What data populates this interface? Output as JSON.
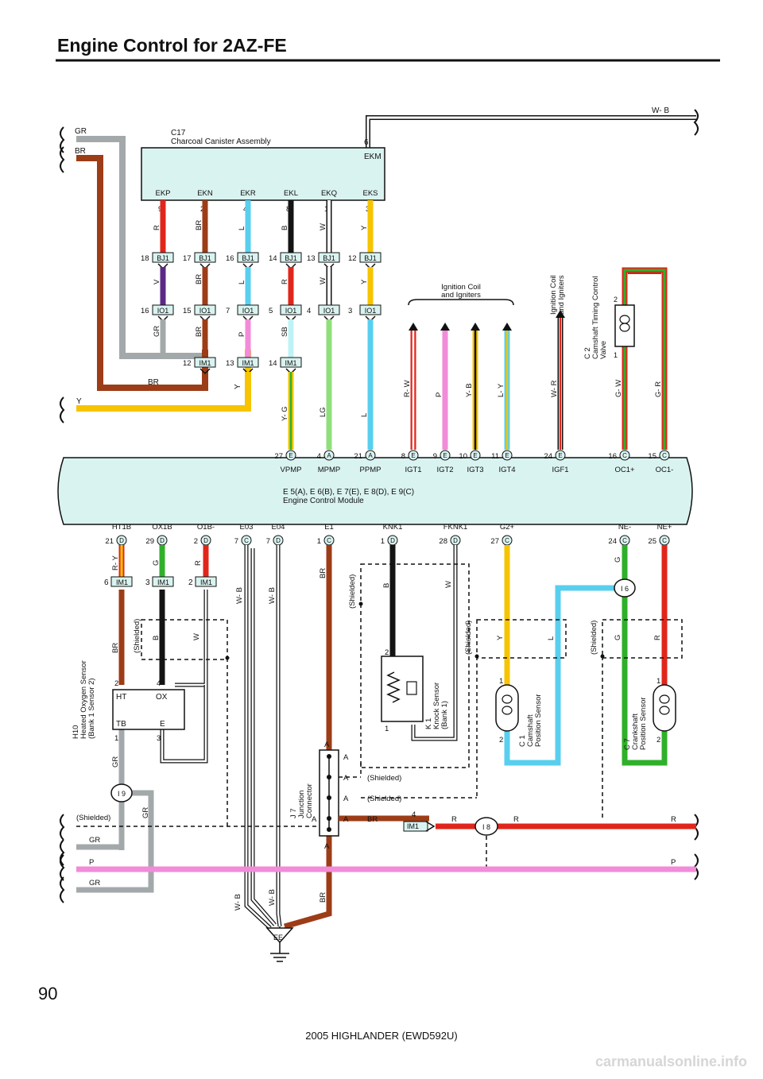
{
  "title": "Engine Control for 2AZ-FE",
  "page_number": "90",
  "footer": "2005 HIGHLANDER (EWD592U)",
  "watermark": "carmanualsonline.info",
  "colors": {
    "R": "#e0261b",
    "BR": "#9c3d17",
    "L": "#58cfee",
    "B": "#141414",
    "W": "#ffffff",
    "Y": "#f6c400",
    "V": "#5a2a86",
    "P": "#f28bd8",
    "SB": "#bff2f6",
    "GR": "#a3a9aa",
    "G": "#2fb02a",
    "LG": "#8fe07a",
    "panel": "#d9f3f0"
  },
  "canister": {
    "code": "C17",
    "name": "Charcoal Canister Assembly",
    "ekm_label": "EKM",
    "ekm_pin": "6",
    "ekm_wire": "W- B",
    "pins": [
      {
        "label": "EKP",
        "pin": "9",
        "c1": "R",
        "bj": "18",
        "c2": "V",
        "io": "16",
        "c3": "GR",
        "im": ""
      },
      {
        "label": "EKN",
        "pin": "2",
        "c1": "BR",
        "bj": "17",
        "c2": "BR",
        "io": "15",
        "c3": "BR",
        "im": "12"
      },
      {
        "label": "EKR",
        "pin": "4",
        "c1": "L",
        "bj": "16",
        "c2": "L",
        "io": "7",
        "c3": "P",
        "im": "13"
      },
      {
        "label": "EKL",
        "pin": "8",
        "c1": "B",
        "bj": "14",
        "c2": "R",
        "io": "5",
        "c3": "SB",
        "im": "14"
      },
      {
        "label": "EKQ",
        "pin": "1",
        "c1": "W",
        "bj": "13",
        "c2": "W",
        "io": "4",
        "c3": "",
        "im": ""
      },
      {
        "label": "EKS",
        "pin": "3",
        "c1": "Y",
        "bj": "12",
        "c2": "Y",
        "io": "3",
        "c3": "",
        "im": ""
      }
    ]
  },
  "connectors": {
    "bj": "BJ1",
    "io": "IO1",
    "im": "IM1"
  },
  "left_wires": {
    "gr": "GR",
    "br": "BR",
    "br2": "BR",
    "y": "Y",
    "y2": "Y"
  },
  "ecm": {
    "name1": "E 5(A), E 6(B), E 7(E), E 8(D), E 9(C)",
    "name2": "Engine Control Module",
    "top_pins": [
      {
        "num": "27",
        "conn": "E",
        "label": "VPMP",
        "wire": "Y- G"
      },
      {
        "num": "4",
        "conn": "A",
        "label": "MPMP",
        "wire": "LG"
      },
      {
        "num": "21",
        "conn": "A",
        "label": "PPMP",
        "wire": "L"
      },
      {
        "num": "8",
        "conn": "E",
        "label": "IGT1",
        "wire": "R- W"
      },
      {
        "num": "9",
        "conn": "E",
        "label": "IGT2",
        "wire": "P"
      },
      {
        "num": "10",
        "conn": "E",
        "label": "IGT3",
        "wire": "Y- B"
      },
      {
        "num": "11",
        "conn": "E",
        "label": "IGT4",
        "wire": "L- Y"
      },
      {
        "num": "24",
        "conn": "E",
        "label": "IGF1",
        "wire": "W- R"
      },
      {
        "num": "16",
        "conn": "C",
        "label": "OC1+",
        "wire": "G- W"
      },
      {
        "num": "15",
        "conn": "C",
        "label": "OC1-",
        "wire": "G- R"
      }
    ],
    "bottom_pins": [
      {
        "num": "21",
        "conn": "D",
        "label": "HT1B"
      },
      {
        "num": "29",
        "conn": "D",
        "label": "OX1B"
      },
      {
        "num": "2",
        "conn": "D",
        "label": "O1B-"
      },
      {
        "num": "7",
        "conn": "C",
        "label": "E03"
      },
      {
        "num": "7",
        "conn": "D",
        "label": "E04"
      },
      {
        "num": "1",
        "conn": "C",
        "label": "E1"
      },
      {
        "num": "1",
        "conn": "D",
        "label": "KNK1"
      },
      {
        "num": "28",
        "conn": "D",
        "label": "FKNK1"
      },
      {
        "num": "27",
        "conn": "C",
        "label": "G2+"
      },
      {
        "num": "24",
        "conn": "C",
        "label": "NE-"
      },
      {
        "num": "25",
        "conn": "C",
        "label": "NE+"
      }
    ]
  },
  "ignition": {
    "group_label1": "Ignition Coil",
    "group_label2": "and Igniters",
    "vert_label1": "Ignition Coil",
    "vert_label2": "and Igniters"
  },
  "ocv": {
    "code": "C 2",
    "name1": "Camshaft Timing Control",
    "name2": "Valve",
    "pin_top": "2",
    "pin_bottom": "1"
  },
  "o2": {
    "code": "H10",
    "name1": "Heated Oxygen Sensor",
    "name2": "(Bank 1 Sensor 2)",
    "ht": "HT",
    "ox": "OX",
    "tb": "TB",
    "e": "E",
    "pin_ht": "2",
    "pin_ox": "4",
    "pin_tb": "1",
    "pin_e": "3",
    "im_ht": "6",
    "im_ox": "3",
    "im_w": "2",
    "w_ht_top": "R- Y",
    "w_ox_top": "G",
    "w_w_top": "R",
    "w_ht": "BR",
    "w_ox": "B",
    "w_w": "W",
    "w_tb": "GR",
    "w_gr2": "GR"
  },
  "ground": {
    "w1": "W- B",
    "w2": "W- B",
    "w3": "W- B",
    "w4": "W- B",
    "br_top": "BR",
    "br_bot": "BR",
    "label": "EE"
  },
  "knock": {
    "code": "K 1",
    "name1": "Knock Sensor",
    "name2": "(Bank 1)",
    "w1": "B",
    "w2": "W",
    "pin_top": "2",
    "pin_bot": "1"
  },
  "cam_sensor": {
    "code": "C 1",
    "name1": "Camshaft",
    "name2": "Position Sensor",
    "w1": "Y",
    "w2": "L",
    "pin_top": "1",
    "pin_bot": "2"
  },
  "crank_sensor": {
    "code": "C 7",
    "name1": "Crankshaft",
    "name2": "Position Sensor",
    "w1": "G",
    "w2": "R",
    "w_top": "G",
    "pin_top": "1",
    "pin_bot": "2"
  },
  "junction": {
    "code": "J 7",
    "name1": "Junction",
    "name2": "Connector",
    "pin": "A",
    "br": "BR",
    "im_pin": "4",
    "r1": "R",
    "r2": "R",
    "r3": "R"
  },
  "splices": {
    "i9": "I 9",
    "i6": "I 6",
    "i8": "I 8"
  },
  "shielded": "(Shielded)",
  "bottom_wires": {
    "gr1": "GR",
    "p": "P",
    "p2": "P",
    "gr2": "GR"
  }
}
